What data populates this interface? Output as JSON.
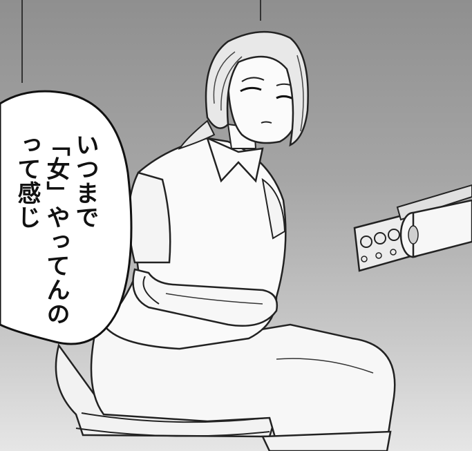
{
  "speech_bubble": {
    "lines": [
      "いつまで",
      "「女」やってんの",
      "って感じ"
    ]
  }
}
